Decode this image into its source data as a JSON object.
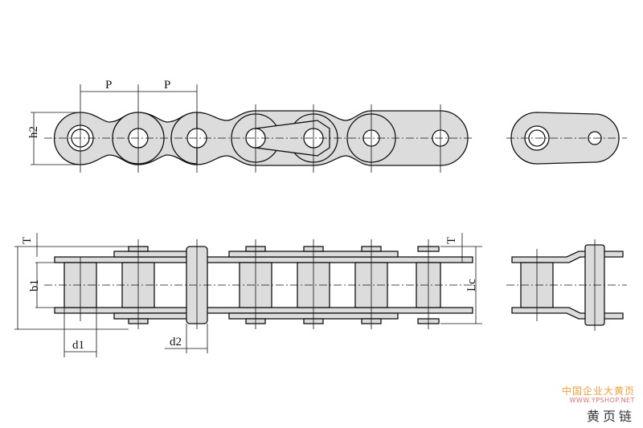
{
  "labels": {
    "pitch_1": "P",
    "pitch_2": "P",
    "plate_height": "h2",
    "plate_thickness_left": "T",
    "inner_width": "b1",
    "roller_diameter": "d1",
    "pin_diameter": "d2",
    "plate_thickness_right": "T",
    "pin_length": "Lc"
  },
  "watermark": {
    "line1": "中国企业大黄页",
    "line2": "WWW.YPSHOP.NET",
    "line3": "黄页链"
  }
}
